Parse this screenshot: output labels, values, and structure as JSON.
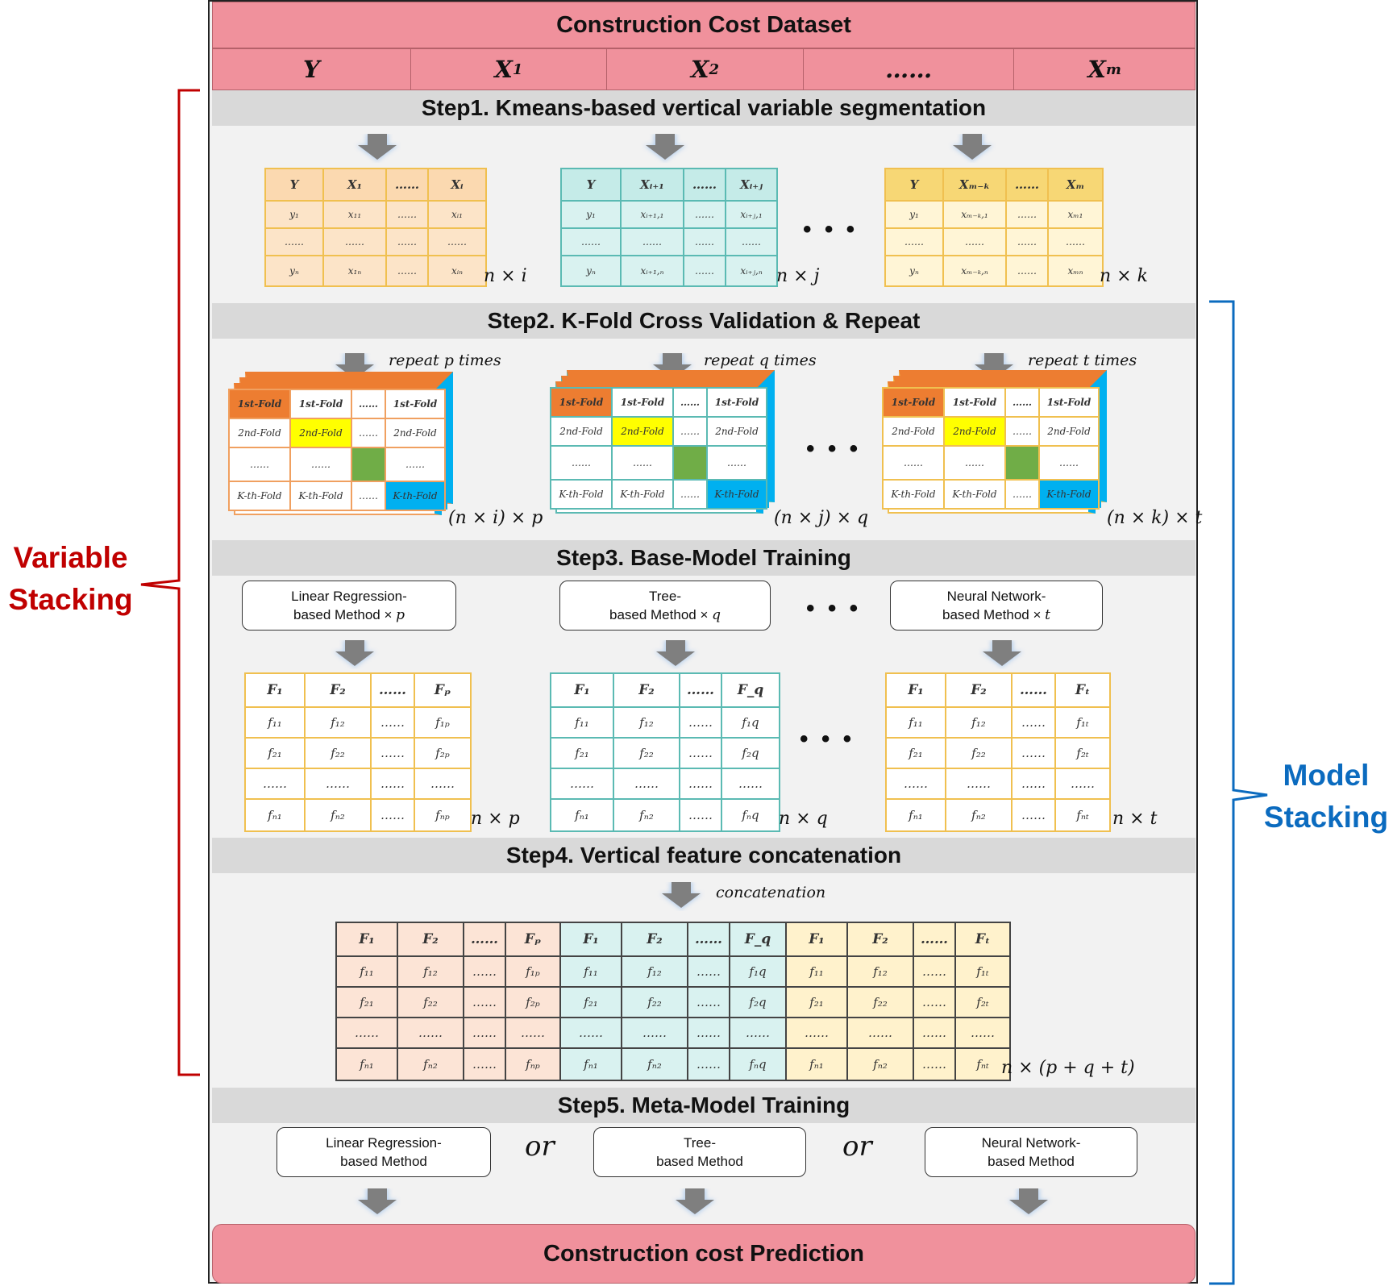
{
  "dataset_title": "Construction Cost Dataset",
  "dataset_columns": [
    {
      "main": "Y",
      "sub": ""
    },
    {
      "main": "X",
      "sub": "1"
    },
    {
      "main": "X",
      "sub": "2"
    },
    {
      "main": "……",
      "sub": ""
    },
    {
      "main": "X",
      "sub": "m"
    }
  ],
  "steps": {
    "step1": "Step1. Kmeans-based vertical variable segmentation",
    "step2": "Step2. K-Fold Cross Validation & Repeat",
    "step3": "Step3. Base-Model Training",
    "step4": "Step4. Vertical feature concatenation",
    "step5": "Step5. Meta-Model Training"
  },
  "segment_tables": [
    {
      "rows": [
        [
          "Y",
          "X₁",
          "……",
          "Xᵢ"
        ],
        [
          "y₁",
          "x₁₁",
          "……",
          "xᵢ₁"
        ],
        [
          "……",
          "……",
          "……",
          "……"
        ],
        [
          "yₙ",
          "x₁ₙ",
          "……",
          "xᵢₙ"
        ]
      ],
      "dim": "n × i",
      "color": "#fce4c8",
      "header_color": "#fbd9b0"
    },
    {
      "rows": [
        [
          "Y",
          "Xᵢ₊₁",
          "……",
          "Xᵢ₊ⱼ"
        ],
        [
          "y₁",
          "xᵢ₊₁,₁",
          "……",
          "xᵢ₊ⱼ,₁"
        ],
        [
          "……",
          "……",
          "……",
          "……"
        ],
        [
          "yₙ",
          "xᵢ₊₁,ₙ",
          "……",
          "xᵢ₊ⱼ,ₙ"
        ]
      ],
      "dim": "n × j",
      "color": "#d9f2f0",
      "header_color": "#c5ebe8"
    },
    {
      "rows": [
        [
          "Y",
          "Xₘ₋ₖ",
          "……",
          "Xₘ"
        ],
        [
          "y₁",
          "xₘ₋ₖ,₁",
          "……",
          "xₘ₁"
        ],
        [
          "……",
          "……",
          "……",
          "……"
        ],
        [
          "yₙ",
          "xₘ₋ₖ,ₙ",
          "……",
          "xₘₙ"
        ]
      ],
      "dim": "n × k",
      "color": "#fff5d6",
      "header_color": "#f7d775"
    }
  ],
  "repeat_notes": [
    "repeat p times",
    "repeat q times",
    "repeat t times"
  ],
  "fold_tables": [
    {
      "rows": [
        [
          "1st-Fold",
          "1st-Fold",
          "……",
          "1st-Fold"
        ],
        [
          "2nd-Fold",
          "2nd-Fold",
          "……",
          "2nd-Fold"
        ],
        [
          "……",
          "……",
          "",
          "……"
        ],
        [
          "K-th-Fold",
          "K-th-Fold",
          "……",
          "K-th-Fold"
        ]
      ],
      "dim": "(n × i) × p",
      "border": "#f0a060",
      "first": "#ed7d31"
    },
    {
      "rows": [
        [
          "1st-Fold",
          "1st-Fold",
          "……",
          "1st-Fold"
        ],
        [
          "2nd-Fold",
          "2nd-Fold",
          "……",
          "2nd-Fold"
        ],
        [
          "……",
          "……",
          "",
          "……"
        ],
        [
          "K-th-Fold",
          "K-th-Fold",
          "……",
          "K-th-Fold"
        ]
      ],
      "dim": "(n × j) × q",
      "border": "#5bbab3",
      "first": "#ed7d31"
    },
    {
      "rows": [
        [
          "1st-Fold",
          "1st-Fold",
          "……",
          "1st-Fold"
        ],
        [
          "2nd-Fold",
          "2nd-Fold",
          "……",
          "2nd-Fold"
        ],
        [
          "……",
          "……",
          "",
          "……"
        ],
        [
          "K-th-Fold",
          "K-th-Fold",
          "……",
          "K-th-Fold"
        ]
      ],
      "dim": "(n × k) × t",
      "border": "#f0c050",
      "first": "#ed7d31"
    }
  ],
  "fold_colors": {
    "highlight_yellow": "#ffff00",
    "highlight_green": "#70ad47",
    "highlight_blue": "#00b0f0"
  },
  "base_methods": [
    {
      "line1": "Linear Regression-",
      "line2": "based Method ×",
      "var": "p"
    },
    {
      "line1": "Tree-",
      "line2": "based Method ×",
      "var": "q"
    },
    {
      "line1": "Neural Network-",
      "line2": "based Method ×",
      "var": "t"
    }
  ],
  "feature_tables": [
    {
      "rows": [
        [
          "F₁",
          "F₂",
          "……",
          "Fₚ"
        ],
        [
          "f₁₁",
          "f₁₂",
          "……",
          "f₁ₚ"
        ],
        [
          "f₂₁",
          "f₂₂",
          "……",
          "f₂ₚ"
        ],
        [
          "……",
          "……",
          "……",
          "……"
        ],
        [
          "fₙ₁",
          "fₙ₂",
          "……",
          "fₙₚ"
        ]
      ],
      "dim": "n × p",
      "border": "#f0c050"
    },
    {
      "rows": [
        [
          "F₁",
          "F₂",
          "……",
          "F_q"
        ],
        [
          "f₁₁",
          "f₁₂",
          "……",
          "f₁q"
        ],
        [
          "f₂₁",
          "f₂₂",
          "……",
          "f₂q"
        ],
        [
          "……",
          "……",
          "……",
          "……"
        ],
        [
          "fₙ₁",
          "fₙ₂",
          "……",
          "fₙq"
        ]
      ],
      "dim": "n × q",
      "border": "#5bbab3"
    },
    {
      "rows": [
        [
          "F₁",
          "F₂",
          "……",
          "Fₜ"
        ],
        [
          "f₁₁",
          "f₁₂",
          "……",
          "f₁ₜ"
        ],
        [
          "f₂₁",
          "f₂₂",
          "……",
          "f₂ₜ"
        ],
        [
          "……",
          "……",
          "……",
          "……"
        ],
        [
          "fₙ₁",
          "fₙ₂",
          "……",
          "fₙₜ"
        ]
      ],
      "dim": "n × t",
      "border": "#f0c050"
    }
  ],
  "concat_note": "concatenation",
  "concat_table": {
    "rows": [
      [
        "F₁",
        "F₂",
        "……",
        "Fₚ",
        "F₁",
        "F₂",
        "……",
        "F_q",
        "F₁",
        "F₂",
        "……",
        "Fₜ"
      ],
      [
        "f₁₁",
        "f₁₂",
        "……",
        "f₁ₚ",
        "f₁₁",
        "f₁₂",
        "……",
        "f₁q",
        "f₁₁",
        "f₁₂",
        "……",
        "f₁ₜ"
      ],
      [
        "f₂₁",
        "f₂₂",
        "……",
        "f₂ₚ",
        "f₂₁",
        "f₂₂",
        "……",
        "f₂q",
        "f₂₁",
        "f₂₂",
        "……",
        "f₂ₜ"
      ],
      [
        "……",
        "……",
        "……",
        "……",
        "……",
        "……",
        "……",
        "……",
        "……",
        "……",
        "……",
        "……"
      ],
      [
        "fₙ₁",
        "fₙ₂",
        "……",
        "fₙₚ",
        "fₙ₁",
        "fₙ₂",
        "……",
        "fₙq",
        "fₙ₁",
        "fₙ₂",
        "……",
        "fₙₜ"
      ]
    ],
    "group_colors": [
      "#fce4d6",
      "#d9f2f0",
      "#fff2cc"
    ],
    "dim": "n × (p + q + t)"
  },
  "meta_methods": [
    {
      "line1": "Linear Regression-",
      "line2": "based Method"
    },
    {
      "line1": "Tree-",
      "line2": "based Method"
    },
    {
      "line1": "Neural Network-",
      "line2": "based Method"
    }
  ],
  "or_label": "or",
  "ellipsis": "• • •",
  "prediction_title": "Construction cost Prediction",
  "side_labels": {
    "variable_stacking": [
      "Variable",
      "Stacking"
    ],
    "model_stacking": [
      "Model",
      "Stacking"
    ],
    "variable_color": "#c00000",
    "model_color": "#0b6bbf"
  }
}
